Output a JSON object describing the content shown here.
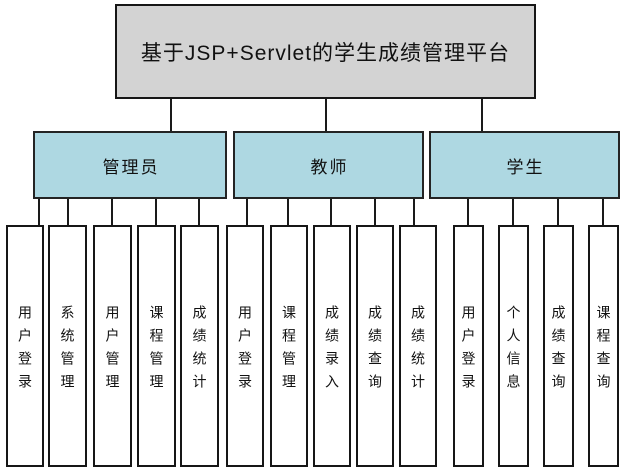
{
  "diagram": {
    "title": "基于JSP+Servlet的学生成绩管理平台",
    "branches": [
      {
        "label": "管理员",
        "children": [
          "用户登录",
          "系统管理",
          "用户管理",
          "课程管理",
          "成绩统计"
        ]
      },
      {
        "label": "教师",
        "children": [
          "用户登录",
          "课程管理",
          "成绩录入",
          "成绩查询",
          "成绩统计"
        ]
      },
      {
        "label": "学生",
        "children": [
          "用户登录",
          "个人信息",
          "成绩查询",
          "课程查询"
        ]
      }
    ],
    "colors": {
      "title_fill": "#d3d3d3",
      "branch_fill": "#aed8e2",
      "leaf_fill": "#ffffff",
      "line": "#1a1a1a",
      "background": "#ffffff"
    }
  }
}
